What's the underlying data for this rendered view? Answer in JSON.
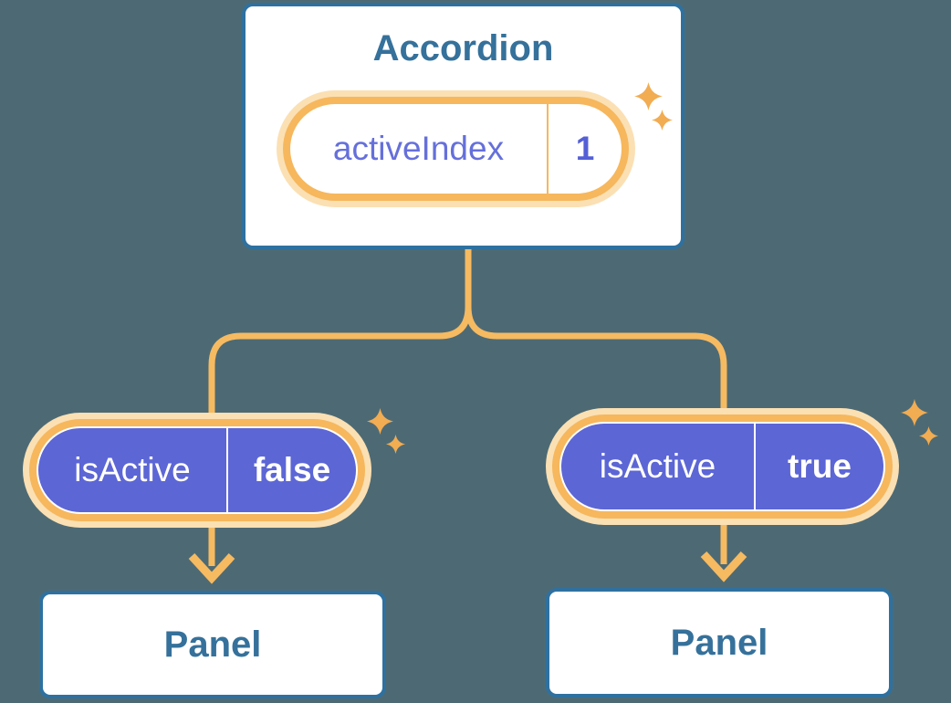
{
  "colors": {
    "background": "#4D6A74",
    "box_border": "#2E71A0",
    "box_text": "#35719B",
    "orange": "#F6BA61",
    "orange_ring": "#F6B75D",
    "orange_pale": "#FBE0B4",
    "sparkle": "#F2AC52",
    "purple": "#5C66D5",
    "purple_label": "#6570DB",
    "purple_value": "#5460D6",
    "white": "#FFFFFF"
  },
  "diagram": {
    "root": {
      "title": "Accordion",
      "state_label": "activeIndex",
      "state_value": "1"
    },
    "children": [
      {
        "prop_label": "isActive",
        "prop_value": "false",
        "panel_title": "Panel"
      },
      {
        "prop_label": "isActive",
        "prop_value": "true",
        "panel_title": "Panel"
      }
    ]
  }
}
